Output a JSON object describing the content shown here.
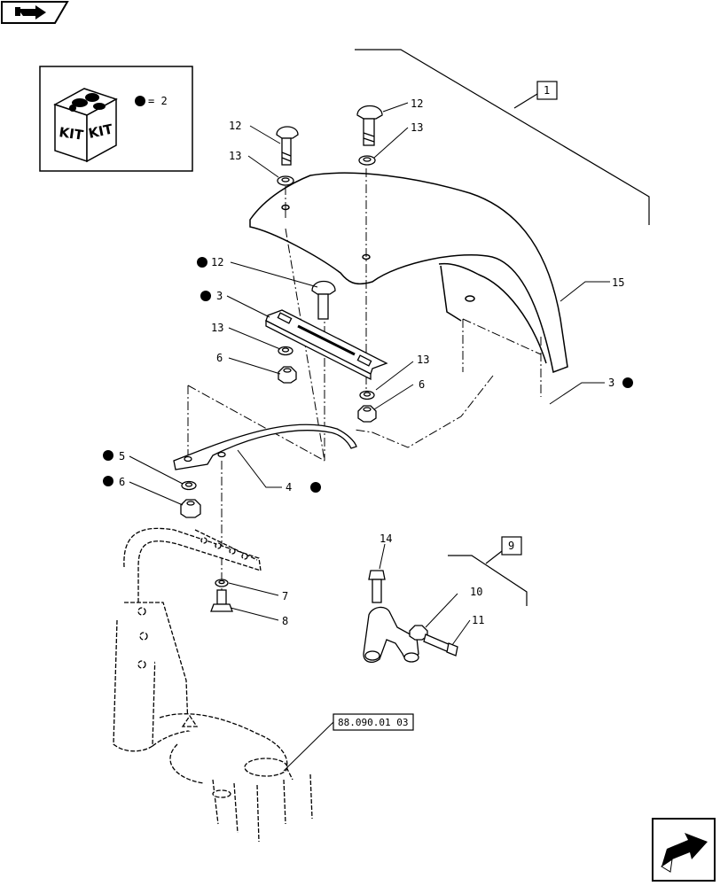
{
  "nav": {
    "back_icon": "arrow-back-icon",
    "forward_icon": "arrow-forward-icon"
  },
  "kit": {
    "kit_left": "KIT",
    "kit_right": "KIT",
    "legend_text": "= 2",
    "legend_symbol": "filled-circle"
  },
  "callouts": {
    "c1": "1",
    "c3_top": "3",
    "c3_right": "3",
    "c4": "4",
    "c5": "5",
    "c6_left": "6",
    "c6_mid": "6",
    "c6_right": "6",
    "c7": "7",
    "c8": "8",
    "c9": "9",
    "c10": "10",
    "c11": "11",
    "c12_left": "12",
    "c12_right": "12",
    "c12_mid": "12",
    "c13_left": "13",
    "c13_right": "13",
    "c13_mid": "13",
    "c13_lower": "13",
    "c14": "14",
    "c15": "15",
    "ref": "88.090.01 03"
  }
}
